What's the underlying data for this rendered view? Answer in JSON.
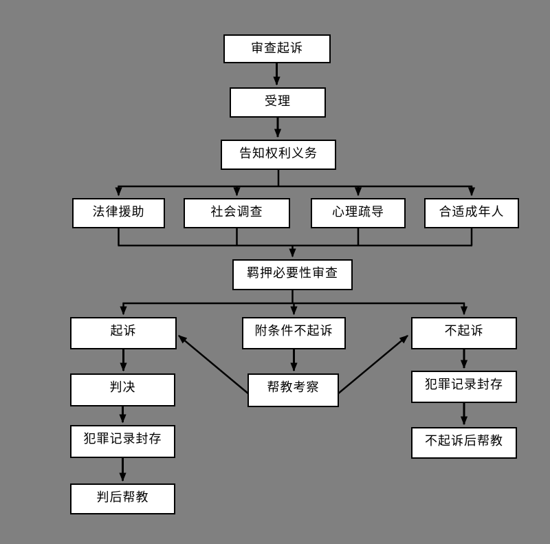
{
  "diagram": {
    "type": "flowchart",
    "background_color": "#808080",
    "node_fill_color": "#ffffff",
    "node_border_color": "#000000",
    "connector_color": "#000000",
    "nodes": {
      "review_prosecution": "审查起诉",
      "acceptance": "受理",
      "inform_rights_obligations": "告知权利义务",
      "legal_aid": "法律援助",
      "social_investigation": "社会调查",
      "psychological_counseling": "心理疏导",
      "appropriate_adult": "合适成年人",
      "detention_necessity_review": "羁押必要性审查",
      "prosecution": "起诉",
      "conditional_non_prosecution": "附条件不起诉",
      "non_prosecution": "不起诉",
      "judgment": "判决",
      "mentoring_observation": "帮教考察",
      "record_sealing_left": "犯罪记录封存",
      "record_sealing_right": "犯罪记录封存",
      "post_judgment_mentoring": "判后帮教",
      "post_non_prosecution_mentoring": "不起诉后帮教"
    },
    "edges": [
      {
        "from": "review_prosecution",
        "to": "acceptance"
      },
      {
        "from": "acceptance",
        "to": "inform_rights_obligations"
      },
      {
        "from": "inform_rights_obligations",
        "to": "legal_aid"
      },
      {
        "from": "inform_rights_obligations",
        "to": "social_investigation"
      },
      {
        "from": "inform_rights_obligations",
        "to": "psychological_counseling"
      },
      {
        "from": "inform_rights_obligations",
        "to": "appropriate_adult"
      },
      {
        "from": "legal_aid",
        "to": "detention_necessity_review"
      },
      {
        "from": "social_investigation",
        "to": "detention_necessity_review"
      },
      {
        "from": "psychological_counseling",
        "to": "detention_necessity_review"
      },
      {
        "from": "appropriate_adult",
        "to": "detention_necessity_review"
      },
      {
        "from": "detention_necessity_review",
        "to": "prosecution"
      },
      {
        "from": "detention_necessity_review",
        "to": "conditional_non_prosecution"
      },
      {
        "from": "detention_necessity_review",
        "to": "non_prosecution"
      },
      {
        "from": "prosecution",
        "to": "judgment"
      },
      {
        "from": "judgment",
        "to": "record_sealing_left"
      },
      {
        "from": "record_sealing_left",
        "to": "post_judgment_mentoring"
      },
      {
        "from": "conditional_non_prosecution",
        "to": "mentoring_observation"
      },
      {
        "from": "mentoring_observation",
        "to": "prosecution"
      },
      {
        "from": "mentoring_observation",
        "to": "non_prosecution"
      },
      {
        "from": "non_prosecution",
        "to": "record_sealing_right"
      },
      {
        "from": "record_sealing_right",
        "to": "post_non_prosecution_mentoring"
      }
    ]
  }
}
